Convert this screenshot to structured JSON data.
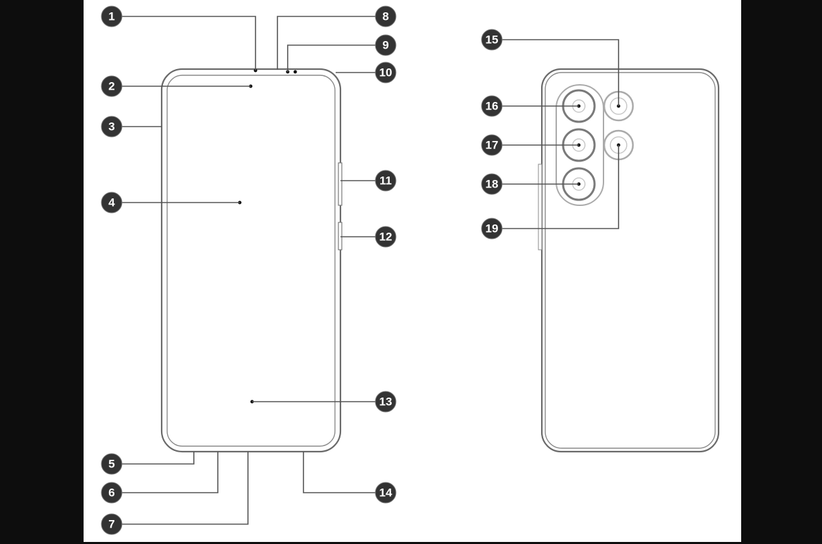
{
  "diagram": {
    "title": "Phone component diagram",
    "colors": {
      "badge": "#333333",
      "line": "#555555",
      "background": "#ffffff",
      "frame": "#0d0d0d"
    },
    "callouts": [
      "1",
      "2",
      "3",
      "4",
      "5",
      "6",
      "7",
      "8",
      "9",
      "10",
      "11",
      "12",
      "13",
      "14",
      "15",
      "16",
      "17",
      "18",
      "19"
    ]
  }
}
